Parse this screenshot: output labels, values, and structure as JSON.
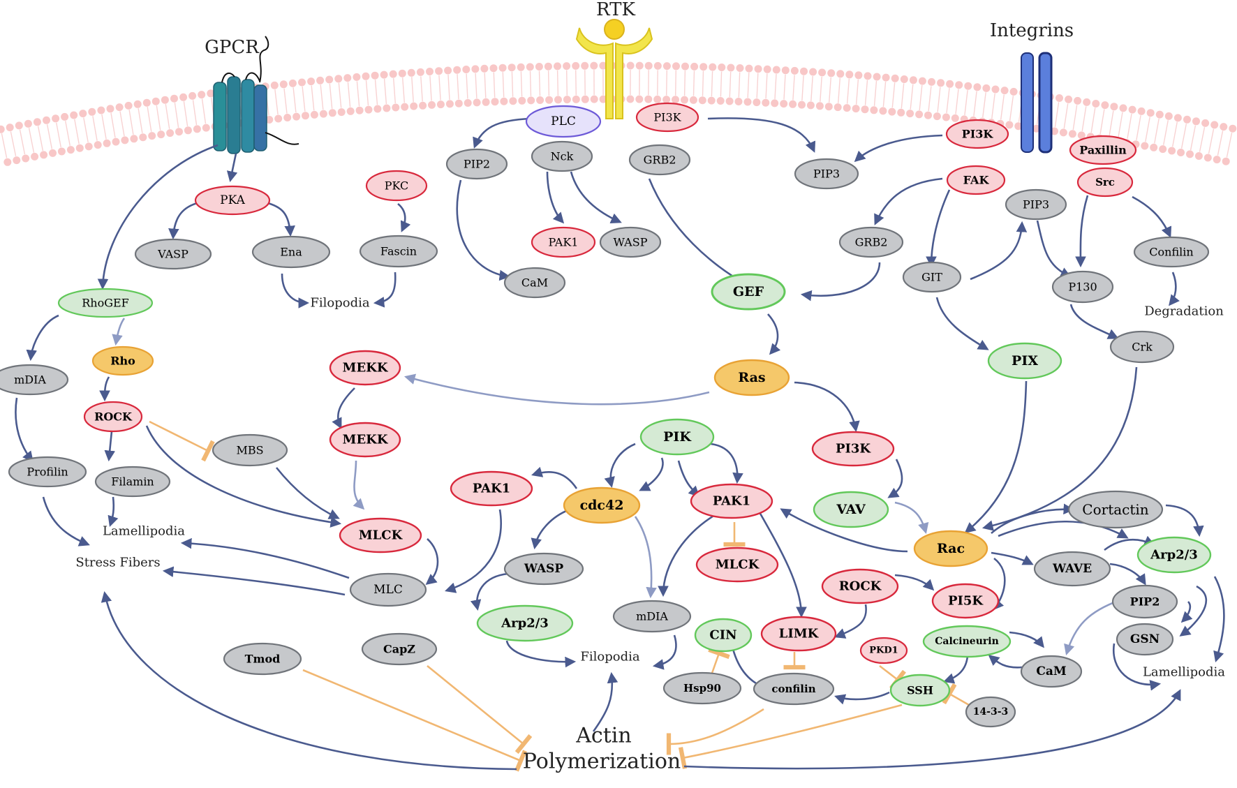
{
  "receptors": {
    "gpcr": "GPCR",
    "rtk": "RTK",
    "integrins": "Integrins"
  },
  "colors": {
    "red_fill": "#f9d2d6",
    "red_stroke": "#d8283c",
    "gray_fill": "#c6c8cb",
    "gray_stroke": "#70747a",
    "green_fill": "#d5ead4",
    "green_stroke": "#62c85a",
    "orange_fill": "#f5c86a",
    "orange_stroke": "#e8a234",
    "purple_fill": "#e6e2fb",
    "purple_stroke": "#6d5ad8",
    "arrow": "#4a5a8e",
    "inhibit": "#f1b772",
    "membrane": "#f6b9b9"
  },
  "nodes": [
    {
      "id": "plc",
      "label": "PLC",
      "type": "purple"
    },
    {
      "id": "pi3k-rtk",
      "label": "PI3K",
      "type": "red"
    },
    {
      "id": "pi3k-int",
      "label": "PI3K",
      "type": "red",
      "bold": true
    },
    {
      "id": "paxillin",
      "label": "Paxillin",
      "type": "red",
      "bold": true
    },
    {
      "id": "pip2-top",
      "label": "PIP2",
      "type": "gray"
    },
    {
      "id": "nck",
      "label": "Nck",
      "type": "gray"
    },
    {
      "id": "grb2-top",
      "label": "GRB2",
      "type": "gray"
    },
    {
      "id": "pip3-top",
      "label": "PIP3",
      "type": "gray"
    },
    {
      "id": "fak",
      "label": "FAK",
      "type": "red",
      "bold": true
    },
    {
      "id": "src",
      "label": "Src",
      "type": "red",
      "bold": true
    },
    {
      "id": "pka",
      "label": "PKA",
      "type": "red"
    },
    {
      "id": "pkc",
      "label": "PKC",
      "type": "red"
    },
    {
      "id": "vasp",
      "label": "VASP",
      "type": "gray"
    },
    {
      "id": "ena",
      "label": "Ena",
      "type": "gray"
    },
    {
      "id": "fascin",
      "label": "Fascin",
      "type": "gray"
    },
    {
      "id": "pak1-top",
      "label": "PAK1",
      "type": "red"
    },
    {
      "id": "wasp-top",
      "label": "WASP",
      "type": "gray"
    },
    {
      "id": "cam-top",
      "label": "CaM",
      "type": "gray"
    },
    {
      "id": "pip3-mid",
      "label": "PIP3",
      "type": "gray"
    },
    {
      "id": "grb2-mid",
      "label": "GRB2",
      "type": "gray"
    },
    {
      "id": "git",
      "label": "GIT",
      "type": "gray"
    },
    {
      "id": "confilin-top",
      "label": "Confilin",
      "type": "gray"
    },
    {
      "id": "p130",
      "label": "P130",
      "type": "gray"
    },
    {
      "id": "rhogef",
      "label": "RhoGEF",
      "type": "green"
    },
    {
      "id": "gef",
      "label": "GEF",
      "type": "green",
      "bold": true
    },
    {
      "id": "rho",
      "label": "Rho",
      "type": "orange",
      "bold": true
    },
    {
      "id": "mdia-left",
      "label": "mDIA",
      "type": "gray"
    },
    {
      "id": "mekk1",
      "label": "MEKK",
      "type": "red",
      "bold": true
    },
    {
      "id": "ras",
      "label": "Ras",
      "type": "orange",
      "bold": true
    },
    {
      "id": "pix",
      "label": "PIX",
      "type": "green",
      "bold": true
    },
    {
      "id": "crk",
      "label": "Crk",
      "type": "gray"
    },
    {
      "id": "rock-left",
      "label": "ROCK",
      "type": "red",
      "bold": true
    },
    {
      "id": "mbs",
      "label": "MBS",
      "type": "gray"
    },
    {
      "id": "mekk2",
      "label": "MEKK",
      "type": "red",
      "bold": true
    },
    {
      "id": "pik",
      "label": "PIK",
      "type": "green",
      "bold": true
    },
    {
      "id": "pi3k-mid",
      "label": "PI3K",
      "type": "red",
      "bold": true
    },
    {
      "id": "profilin",
      "label": "Profilin",
      "type": "gray"
    },
    {
      "id": "filamin",
      "label": "Filamin",
      "type": "gray"
    },
    {
      "id": "pak1-left",
      "label": "PAK1",
      "type": "red",
      "bold": true
    },
    {
      "id": "cdc42",
      "label": "cdc42",
      "type": "orange",
      "bold": true
    },
    {
      "id": "pak1-mid",
      "label": "PAK1",
      "type": "red",
      "bold": true
    },
    {
      "id": "vav",
      "label": "VAV",
      "type": "green",
      "bold": true
    },
    {
      "id": "cortactin",
      "label": "Cortactin",
      "type": "gray"
    },
    {
      "id": "mlck-left",
      "label": "MLCK",
      "type": "red",
      "bold": true
    },
    {
      "id": "rac",
      "label": "Rac",
      "type": "orange",
      "bold": true
    },
    {
      "id": "arp23-right",
      "label": "Arp2/3",
      "type": "green",
      "bold": true
    },
    {
      "id": "mlck-mid",
      "label": "MLCK",
      "type": "red",
      "bold": true
    },
    {
      "id": "wave",
      "label": "WAVE",
      "type": "gray",
      "bold": true
    },
    {
      "id": "rock-mid",
      "label": "ROCK",
      "type": "red",
      "bold": true
    },
    {
      "id": "pi5k",
      "label": "PI5K",
      "type": "red",
      "bold": true
    },
    {
      "id": "mlc",
      "label": "MLC",
      "type": "gray"
    },
    {
      "id": "wasp-mid",
      "label": "WASP",
      "type": "gray",
      "bold": true
    },
    {
      "id": "pip2-right",
      "label": "PIP2",
      "type": "gray",
      "bold": true
    },
    {
      "id": "arp23-mid",
      "label": "Arp2/3",
      "type": "green",
      "bold": true
    },
    {
      "id": "mdia-mid",
      "label": "mDIA",
      "type": "gray"
    },
    {
      "id": "cin",
      "label": "CIN",
      "type": "green",
      "bold": true
    },
    {
      "id": "limk",
      "label": "LIMK",
      "type": "red",
      "bold": true
    },
    {
      "id": "pkd1",
      "label": "PKD1",
      "type": "red",
      "bold": true
    },
    {
      "id": "calcineurin",
      "label": "Calcineurin",
      "type": "green",
      "bold": true
    },
    {
      "id": "gsn",
      "label": "GSN",
      "type": "gray",
      "bold": true
    },
    {
      "id": "tmod",
      "label": "Tmod",
      "type": "gray",
      "bold": true
    },
    {
      "id": "capz",
      "label": "CapZ",
      "type": "gray",
      "bold": true
    },
    {
      "id": "cam-right",
      "label": "CaM",
      "type": "gray",
      "bold": true
    },
    {
      "id": "hsp90",
      "label": "Hsp90",
      "type": "gray",
      "bold": true
    },
    {
      "id": "confilin-low",
      "label": "confilin",
      "type": "gray",
      "bold": true
    },
    {
      "id": "ssh",
      "label": "SSH",
      "type": "green",
      "bold": true
    },
    {
      "id": "p1433",
      "label": "14-3-3",
      "type": "gray",
      "bold": true
    }
  ],
  "labels": [
    {
      "id": "filopodia-top",
      "text": "Filopodia"
    },
    {
      "id": "degradation",
      "text": "Degradation"
    },
    {
      "id": "lamellipodia-left",
      "text": "Lamellipodia"
    },
    {
      "id": "stress-fibers",
      "text": "Stress Fibers"
    },
    {
      "id": "filopodia-mid",
      "text": "Filopodia"
    },
    {
      "id": "lamellipodia-right",
      "text": "Lamellipodia"
    },
    {
      "id": "actin",
      "text": "Actin"
    },
    {
      "id": "polymerization",
      "text": "Polymerization"
    }
  ]
}
